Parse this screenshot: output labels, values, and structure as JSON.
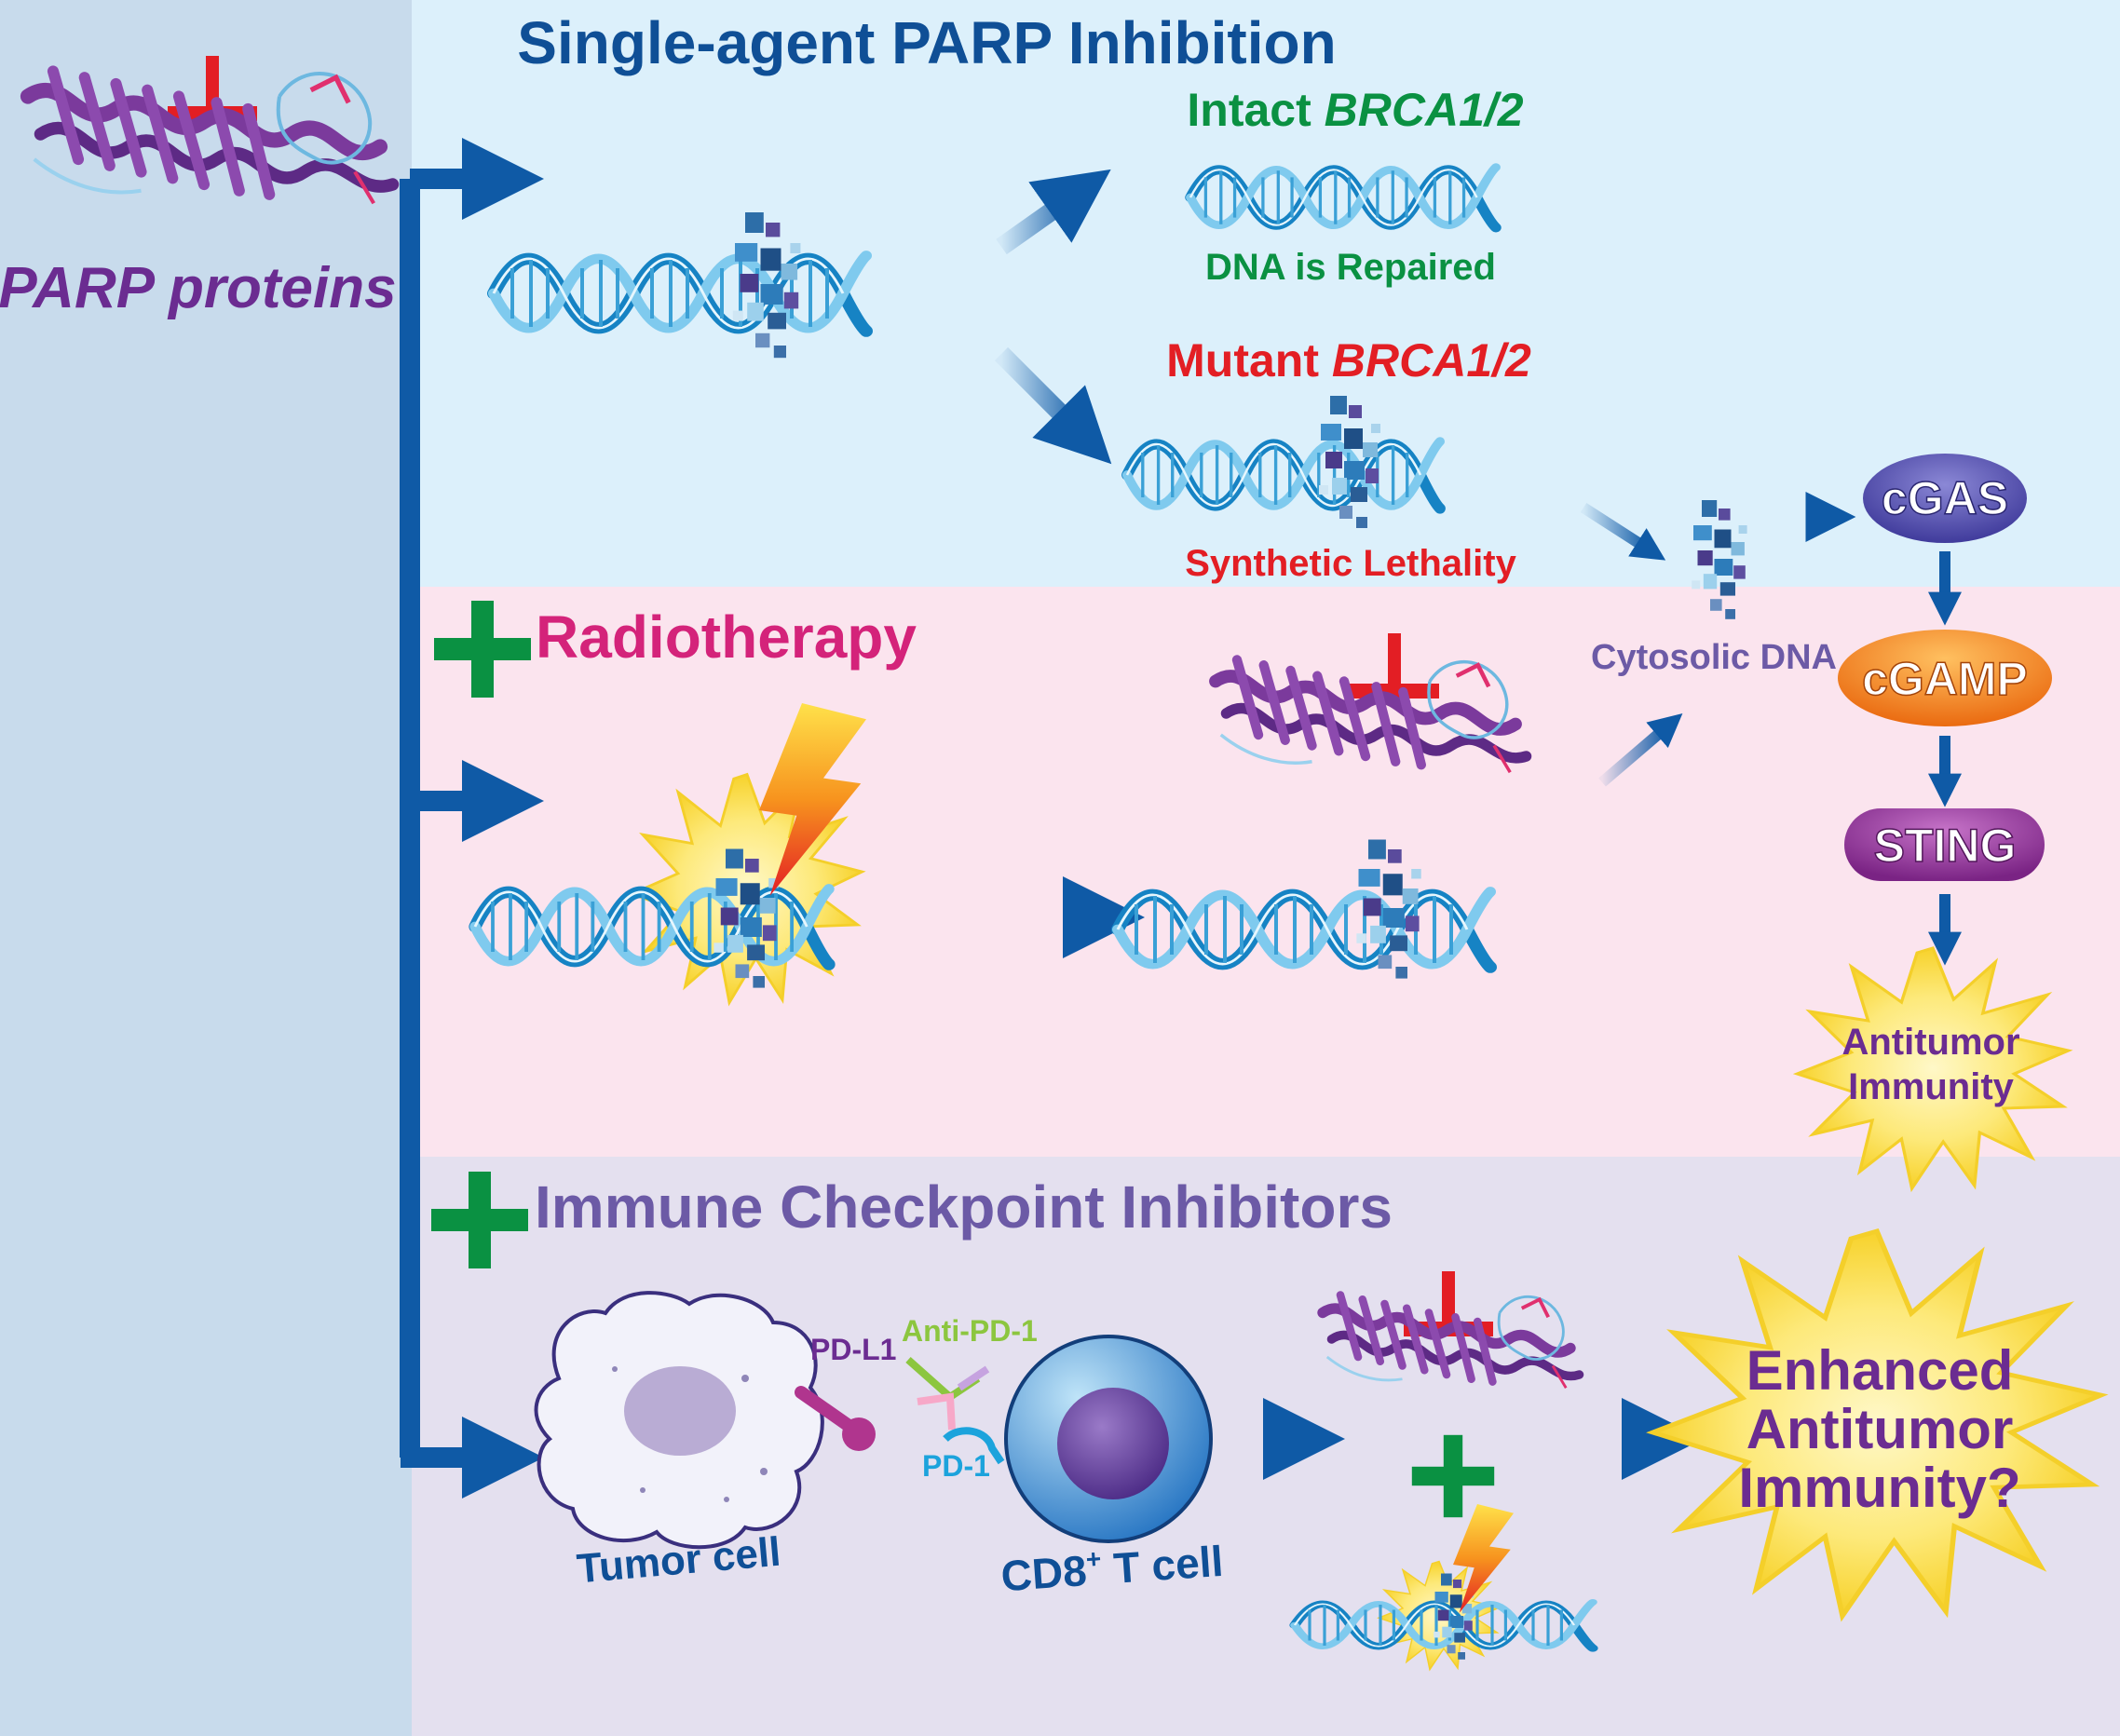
{
  "left_panel": {
    "label": "PARP proteins"
  },
  "section_single": {
    "title": "Single-agent PARP Inhibition",
    "intact_prefix": "Intact ",
    "intact_gene": "BRCA1/2",
    "repaired": "DNA is Repaired",
    "mutant_prefix": "Mutant ",
    "mutant_gene": "BRCA1/2",
    "synthetic": "Synthetic Lethality"
  },
  "section_radio": {
    "title": "Radiotherapy"
  },
  "section_ici": {
    "title": "Immune Checkpoint Inhibitors",
    "tumor_cell": "Tumor cell",
    "pdl1": "PD-L1",
    "anti_pd1": "Anti-PD-1",
    "pd1": "PD-1",
    "tcell_prefix": "CD8",
    "tcell_sup": "+",
    "tcell_suffix": " T cell",
    "enhanced": [
      "Enhanced",
      "Antitumor",
      "Immunity?"
    ]
  },
  "pathway": {
    "cytosolic": "Cytosolic DNA",
    "cgas": "cGAS",
    "cgamp": "cGAMP",
    "sting": "STING",
    "antitumor": [
      "Antitumor",
      "Immunity"
    ]
  },
  "colors": {
    "left_bg": "#c8dbec",
    "single_bg": "#dcf0fb",
    "radio_bg": "#fbe4ee",
    "ici_bg": "#e4e0ef",
    "arrow_blue": "#0f5aa6",
    "title_blue": "#0f4f96",
    "purple": "#6b2c91",
    "green": "#0a9142",
    "red": "#e31e24",
    "magenta": "#d4237a",
    "lavender": "#6c5aa6",
    "cyan": "#1ca3dc"
  }
}
